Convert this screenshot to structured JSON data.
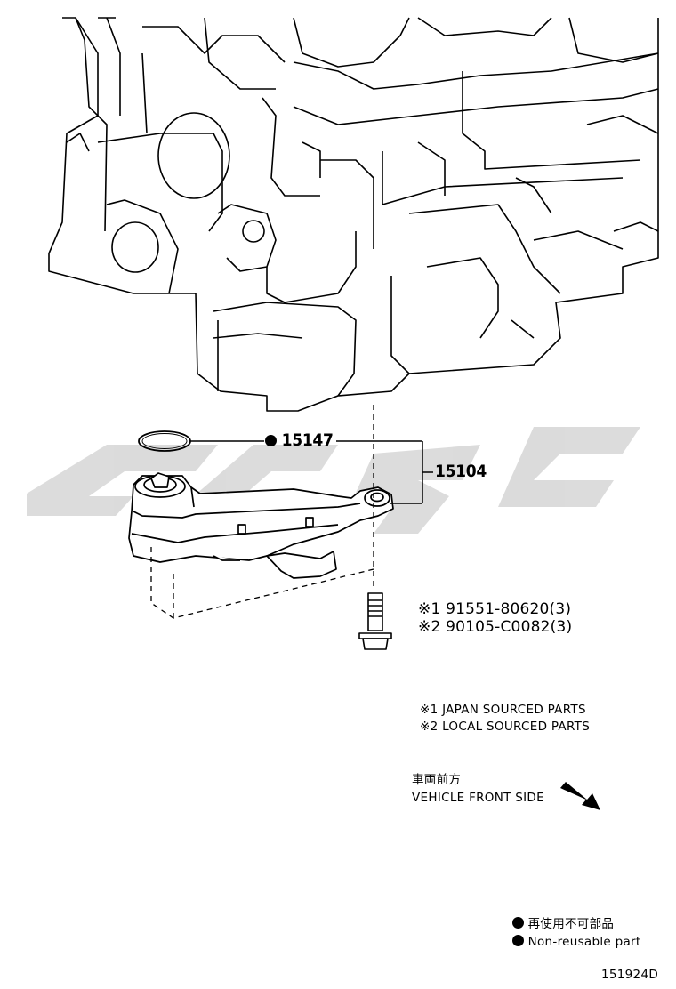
{
  "colors": {
    "line": "#000000",
    "watermark": "#d8d8d8",
    "background": "#ffffff"
  },
  "icons": [
    "non-reusable-dot-icon",
    "front-direction-arrow-icon"
  ],
  "callouts": {
    "oring_part": "15147",
    "strainer_assembly": "15104",
    "bolt_part_japan": "※1 91551-80620(3)",
    "bolt_part_local": "※2 90105-C0082(3)"
  },
  "notes": {
    "japan_sourced": "※1 JAPAN SOURCED PARTS",
    "local_sourced": "※2 LOCAL SOURCED PARTS"
  },
  "direction": {
    "japanese": "車両前方",
    "english": "VEHICLE FRONT SIDE"
  },
  "legend": {
    "japanese": "再使用不可部品",
    "english": "Non-reusable part"
  },
  "figure_id": "151924D"
}
